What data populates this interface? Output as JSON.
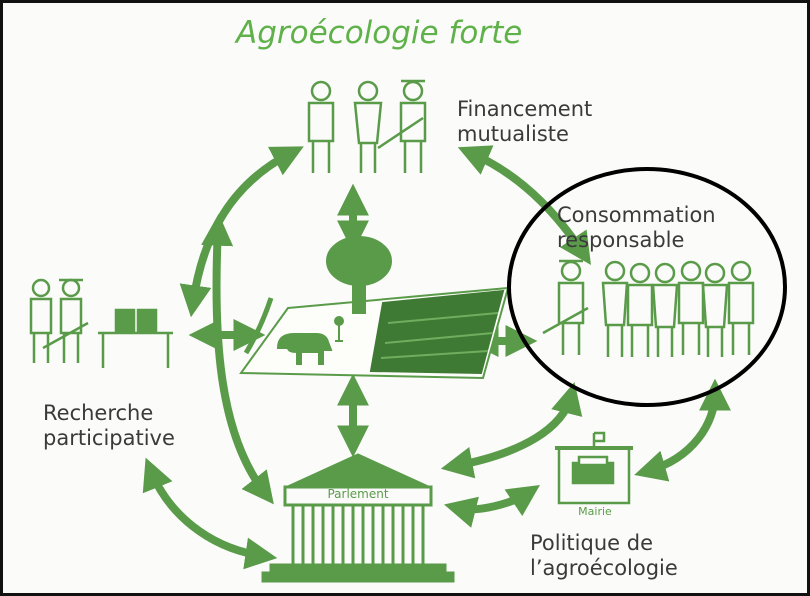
{
  "title": "Agroécologie forte",
  "nodes": {
    "financement": [
      "Financement",
      "mutualiste"
    ],
    "consommation": [
      "Consommation",
      "responsable"
    ],
    "recherche": [
      "Recherche",
      "participative"
    ],
    "politique": [
      "Politique de",
      "l’agroécologie"
    ]
  },
  "building_labels": {
    "parlement": "Parlement",
    "mairie": "Mairie"
  },
  "colors": {
    "green": "#5a9b4a",
    "dark_green": "#3f7a35",
    "title_green": "#5fb14a",
    "text": "#3a3a3a",
    "highlight_circle": "#000000"
  }
}
